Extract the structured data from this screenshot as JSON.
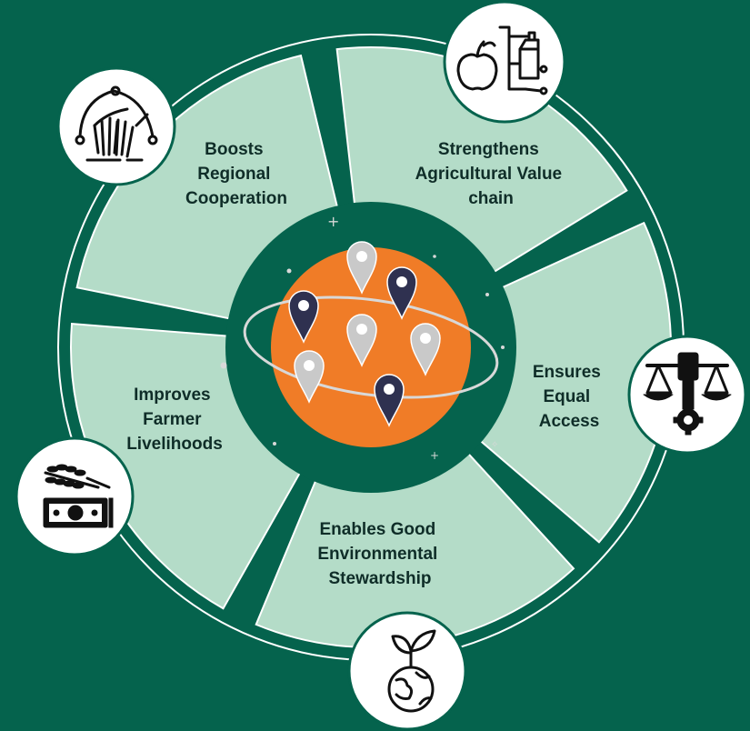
{
  "colors": {
    "background": "#05634d",
    "segment_fill": "#b4dcc8",
    "ring_stroke": "#ffffff",
    "center_dark": "#05634d",
    "globe": "#f07c27",
    "pin_light": "#c9c9c9",
    "pin_dark": "#2f3150",
    "icon_badge": "#ffffff",
    "icon_ink": "#111111"
  },
  "segments": [
    {
      "id": "cooperation",
      "lines": [
        "Boosts",
        "Regional",
        "Cooperation"
      ],
      "icon": "hands-cooperation-icon"
    },
    {
      "id": "value-chain",
      "lines": [
        "Strengthens",
        "Agricultural Value",
        "chain"
      ],
      "icon": "apple-value-chain-icon"
    },
    {
      "id": "equal-access",
      "lines": [
        "Ensures",
        "Equal",
        "Access"
      ],
      "icon": "scales-justice-icon"
    },
    {
      "id": "stewardship",
      "lines": [
        "Enables Good",
        "Environmental",
        "Stewardship"
      ],
      "icon": "sprouting-globe-icon"
    },
    {
      "id": "livelihoods",
      "lines": [
        "Improves",
        "Farmer",
        "Livelihoods"
      ],
      "icon": "wheat-money-icon"
    }
  ],
  "center": {
    "icon": "globe-with-location-pins-icon",
    "pins": [
      {
        "tone": "light"
      },
      {
        "tone": "dark"
      },
      {
        "tone": "dark"
      },
      {
        "tone": "light"
      },
      {
        "tone": "light"
      },
      {
        "tone": "light"
      },
      {
        "tone": "dark"
      }
    ]
  }
}
